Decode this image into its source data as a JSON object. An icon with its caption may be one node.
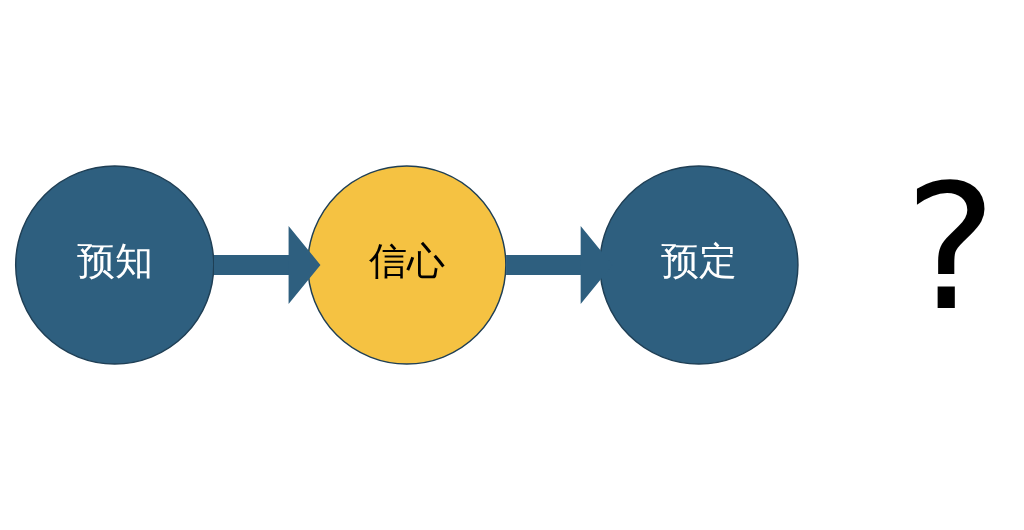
{
  "diagram": {
    "nodes": [
      {
        "text": [
          "预知"
        ]
      },
      {
        "text": [
          "信心"
        ]
      },
      {
        "text": [
          "预定"
        ]
      }
    ],
    "edges": [
      {
        "from": 0,
        "to": 1,
        "arrow": "to"
      },
      {
        "from": 1,
        "to": 2,
        "arrow": "to"
      }
    ],
    "labels": [
      "?"
    ]
  }
}
